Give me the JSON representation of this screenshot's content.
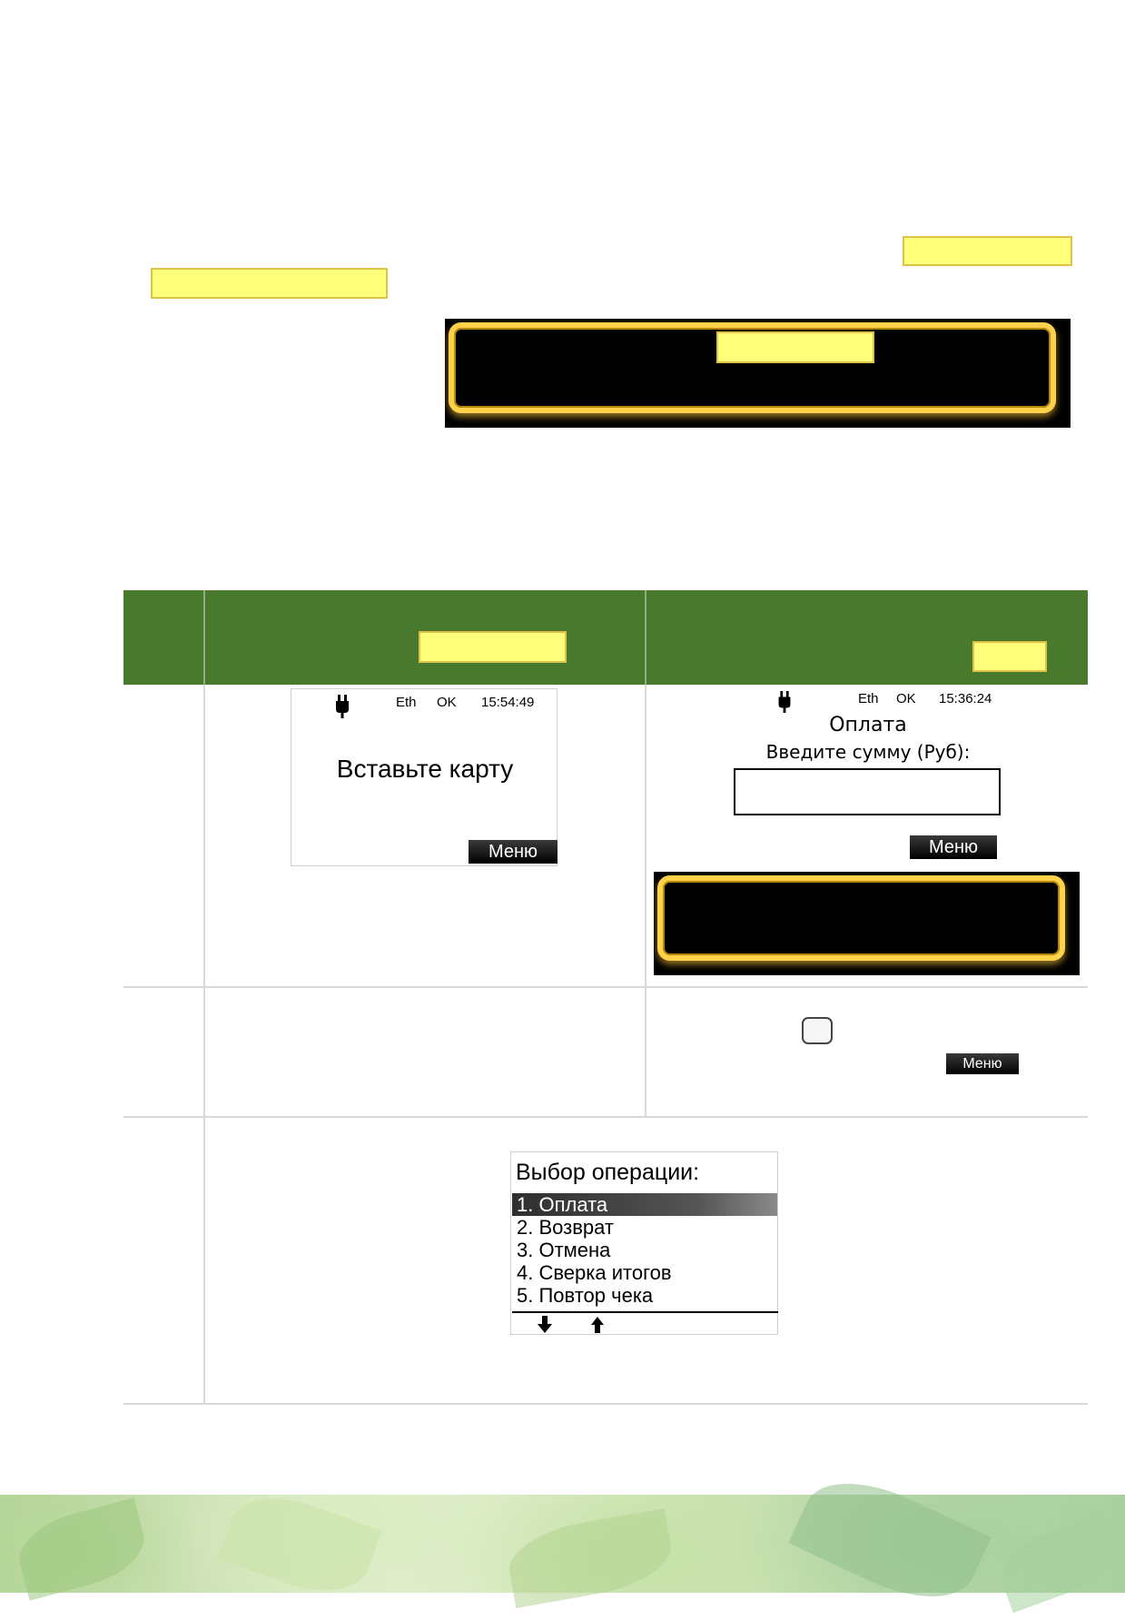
{
  "terminal_idle": {
    "status_eth": "Eth",
    "status_ok": "OK",
    "time": "15:54:49",
    "message": "Вставьте карту",
    "menu_label": "Меню"
  },
  "terminal_payment": {
    "status_eth": "Eth",
    "status_ok": "OK",
    "time": "15:36:24",
    "title": "Оплата",
    "prompt": "Введите сумму (Руб):",
    "amount_value": "",
    "menu_label": "Меню"
  },
  "inline_menu_label": "Меню",
  "operations_menu": {
    "title": "Выбор операции:",
    "items": [
      "1. Оплата",
      "2. Возврат",
      "3. Отмена",
      "4. Сверка итогов",
      "5. Повтор чека"
    ],
    "selected_index": 0
  },
  "icons": {
    "power": "plug-icon",
    "down": "arrow-down-icon",
    "up": "arrow-up-icon"
  },
  "colors": {
    "table_header": "#48792c",
    "highlight": "#ffff7a",
    "banner_frame": "#ffd24a"
  }
}
